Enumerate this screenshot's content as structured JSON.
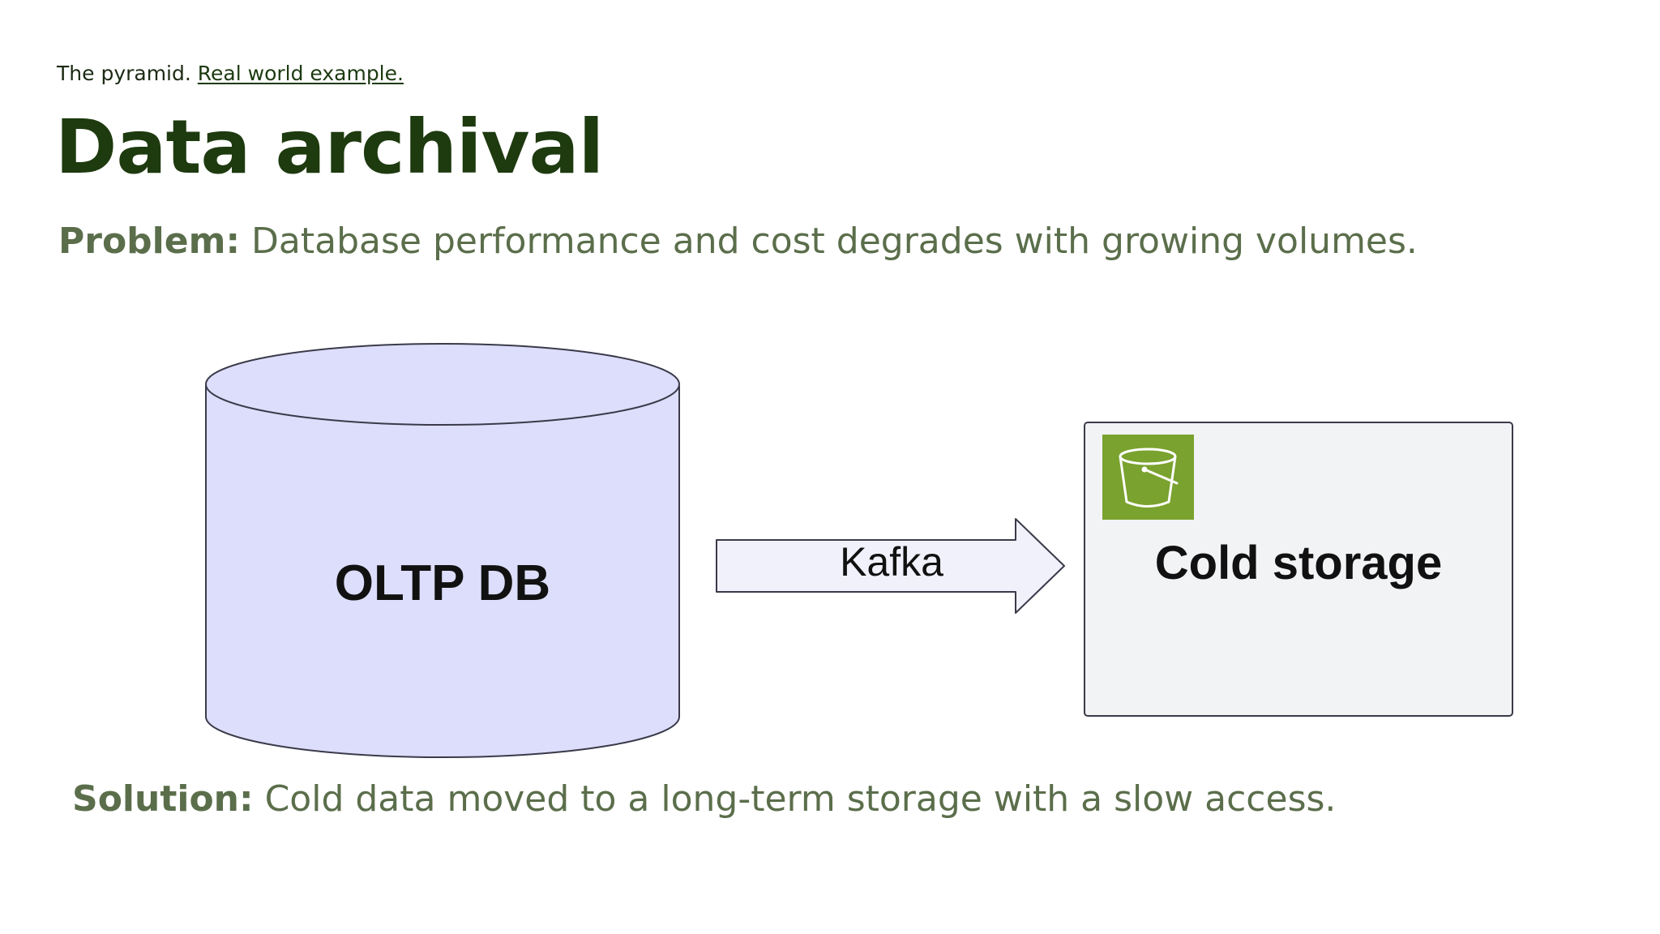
{
  "header": {
    "breadcrumb_text": "The pyramid.",
    "breadcrumb_link": "Real world example.",
    "title": "Data archival"
  },
  "problem": {
    "label": "Problem:",
    "text": " Database performance and cost degrades with growing volumes."
  },
  "diagram": {
    "source_label": "OLTP DB",
    "arrow_label": "Kafka",
    "target_label": "Cold storage",
    "target_icon": "bucket-icon",
    "colors": {
      "cylinder_fill": "#dcdefb",
      "arrow_fill": "#f1f1fb",
      "box_fill": "#f2f3f5",
      "icon_bg": "#7aa22e",
      "stroke": "#3a3a4a"
    }
  },
  "solution": {
    "label": "Solution:",
    "text": " Cold data moved to a long-term storage with a slow access."
  }
}
